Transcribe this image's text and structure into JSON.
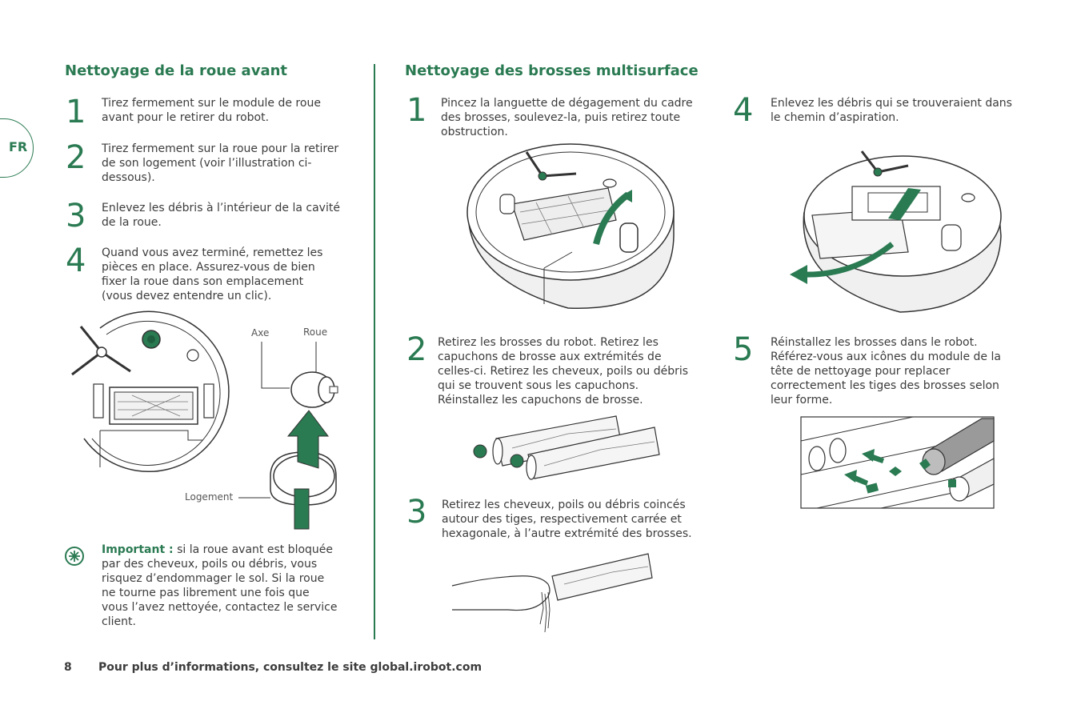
{
  "side_tab": {
    "label": "FR"
  },
  "left": {
    "title": "Nettoyage de la roue avant",
    "steps": [
      {
        "num": "1",
        "text": "Tirez fermement sur le module de roue avant pour le retirer du robot."
      },
      {
        "num": "2",
        "text": "Tirez fermement sur la roue pour la retirer de son logement (voir l’illustration ci-dessous)."
      },
      {
        "num": "3",
        "text": "Enlevez les débris à l’intérieur de la cavité de la roue."
      },
      {
        "num": "4",
        "text": "Quand vous avez terminé, remettez les pièces en place. Assurez-vous de bien fixer la roue dans son emplacement (vous devez entendre un clic)."
      }
    ],
    "labels": {
      "axle": "Axe",
      "wheel": "Roue",
      "housing": "Logement"
    },
    "important": {
      "label": "Important :",
      "text": " si la roue avant est bloquée par des cheveux, poils ou débris, vous risquez d’endommager le sol. Si la roue ne tourne pas librement une fois que vous l’avez nettoyée, contactez le service client."
    }
  },
  "right": {
    "title": "Nettoyage des brosses multisurface",
    "steps": [
      {
        "num": "1",
        "text": "Pincez la languette de dégagement du cadre des brosses, soulevez-la, puis retirez toute obstruction."
      },
      {
        "num": "2",
        "text": "Retirez les brosses du robot. Retirez les capuchons de brosse aux extrémités de celles-ci. Retirez les cheveux, poils ou débris qui se trouvent sous les capuchons. Réinstallez les capuchons de brosse."
      },
      {
        "num": "3",
        "text": "Retirez les cheveux, poils ou débris coincés autour des tiges, respectivement carrée et hexagonale, à l’autre extrémité des brosses."
      },
      {
        "num": "4",
        "text": "Enlevez les débris qui se trouveraient dans le chemin d’aspiration."
      },
      {
        "num": "5",
        "text": "Réinstallez les brosses dans le robot. Référez-vous aux icônes du module de la tête de nettoyage pour replacer correctement les tiges des brosses selon leur forme."
      }
    ]
  },
  "footer": {
    "page_number": "8",
    "text": "Pour plus d’informations, consultez le site global.irobot.com"
  },
  "colors": {
    "accent": "#2a7a52",
    "text": "#3c3c3c"
  }
}
